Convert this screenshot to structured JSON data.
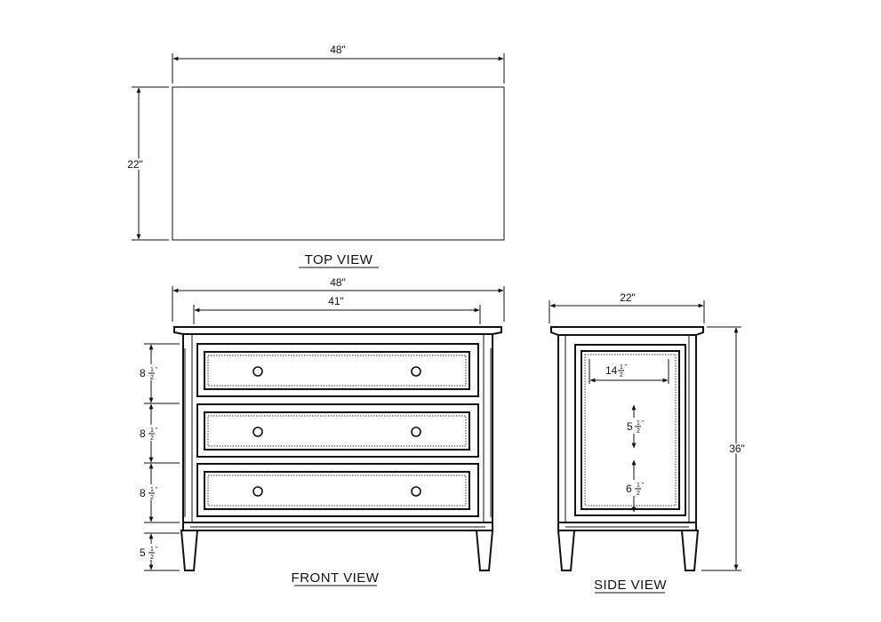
{
  "views": {
    "top": {
      "title": "TOP VIEW",
      "width": "48\"",
      "depth": "22\""
    },
    "front": {
      "title": "FRONT VIEW",
      "overall_width": "48\"",
      "inner_width": "41\"",
      "drawer_heights": [
        {
          "whole": "8",
          "num": "1",
          "den": "2",
          "mark": "\""
        },
        {
          "whole": "8",
          "num": "1",
          "den": "2",
          "mark": "\""
        },
        {
          "whole": "8",
          "num": "1",
          "den": "2",
          "mark": "\""
        }
      ],
      "leg_height": {
        "whole": "5",
        "num": "1",
        "den": "2",
        "mark": "\""
      }
    },
    "side": {
      "title": "SIDE VIEW",
      "depth": "22\"",
      "height": "36\"",
      "interior_width": {
        "whole": "14",
        "num": "1",
        "den": "2",
        "mark": "\""
      },
      "interior_upper": {
        "whole": "5",
        "num": "1",
        "den": "2",
        "mark": "\""
      },
      "interior_lower": {
        "whole": "6",
        "num": "1",
        "den": "2",
        "mark": "\""
      }
    }
  }
}
